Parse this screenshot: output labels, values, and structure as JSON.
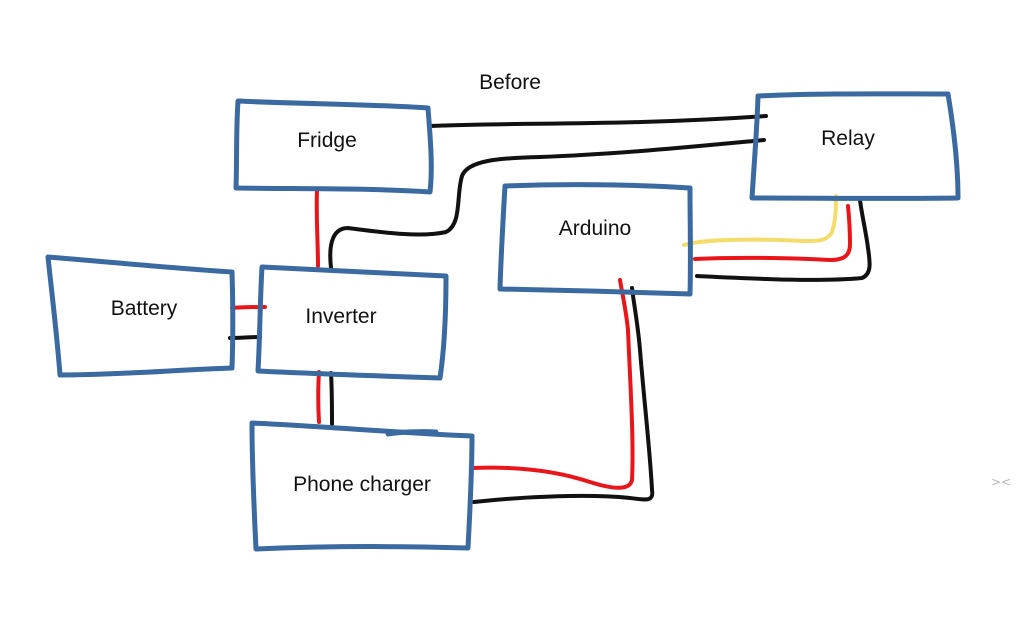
{
  "title": "Before",
  "colors": {
    "box_stroke": "#3a6aa0",
    "wire_red": "#e8161b",
    "wire_black": "#111111",
    "wire_yellow": "#f3dc6b",
    "background": "#ffffff"
  },
  "blocks": {
    "fridge": "Fridge",
    "relay": "Relay",
    "arduino": "Arduino",
    "battery": "Battery",
    "inverter": "Inverter",
    "phone_charger": "Phone charger"
  },
  "connections": [
    {
      "from": "Fridge",
      "to": "Relay",
      "color": "black"
    },
    {
      "from": "Inverter",
      "to": "Relay",
      "color": "black"
    },
    {
      "from": "Fridge",
      "to": "Inverter",
      "color": "red"
    },
    {
      "from": "Battery",
      "to": "Inverter",
      "color": "red"
    },
    {
      "from": "Battery",
      "to": "Inverter",
      "color": "black"
    },
    {
      "from": "Inverter",
      "to": "Phone charger",
      "color": "red"
    },
    {
      "from": "Inverter",
      "to": "Phone charger",
      "color": "black"
    },
    {
      "from": "Arduino",
      "to": "Relay",
      "color": "yellow"
    },
    {
      "from": "Arduino",
      "to": "Relay",
      "color": "red"
    },
    {
      "from": "Arduino",
      "to": "Relay",
      "color": "black"
    },
    {
      "from": "Phone charger",
      "to": "Arduino",
      "color": "red"
    },
    {
      "from": "Phone charger",
      "to": "Arduino",
      "color": "black"
    }
  ],
  "corner_glyph": "><"
}
